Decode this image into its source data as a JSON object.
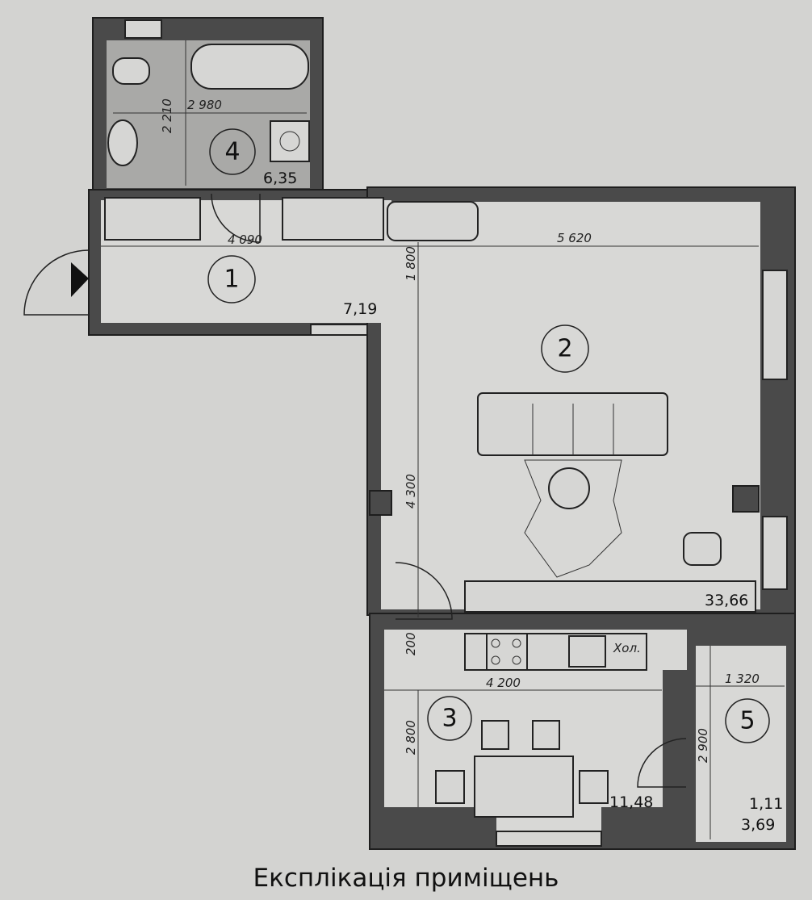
{
  "header": {
    "top_banner_partial": ""
  },
  "rooms": [
    {
      "number": "1",
      "area": "7,19"
    },
    {
      "number": "2",
      "area": "33,66"
    },
    {
      "number": "3",
      "area": "11,48"
    },
    {
      "number": "4",
      "area": "6,35"
    },
    {
      "number": "5",
      "area_1": "1,11",
      "area_2": "3,69"
    }
  ],
  "dimensions": {
    "bath_width": "2 980",
    "bath_height": "2 210",
    "hall_width": "4 090",
    "hall_height": "1 800",
    "living_width": "5 620",
    "living_height": "4 300",
    "kitchen_gap": "200",
    "kitchen_width": "4 200",
    "kitchen_height": "2 800",
    "loggia_width": "1 320",
    "loggia_height": "2 900"
  },
  "labels": {
    "fridge": "Хол."
  },
  "footer": {
    "title": "Експлікація приміщень"
  }
}
